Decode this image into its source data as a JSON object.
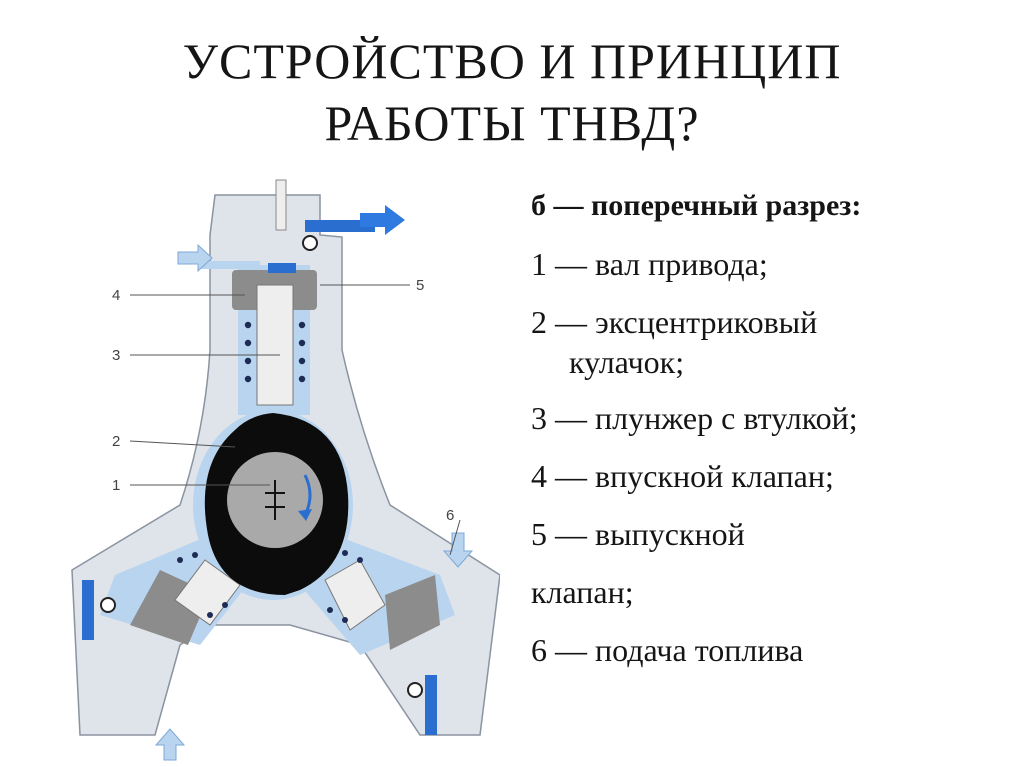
{
  "title": {
    "line1": "УСТРОЙСТВО И ПРИНЦИП",
    "line2": "РАБОТЫ ТНВД?"
  },
  "legend": {
    "heading": "б — поперечный разрез:",
    "items": [
      {
        "line1": "1 — вал привода;"
      },
      {
        "line1": "2 — эксцентриковый",
        "line2": "кулачок;"
      },
      {
        "line1": "3 — плунжер с втулкой;"
      },
      {
        "line1": "4 — впускной клапан;"
      },
      {
        "line1": "5 — выпускной"
      },
      {
        "line1": "клапан;"
      },
      {
        "line1": "6 — подача топлива"
      }
    ]
  },
  "diagram": {
    "callouts": [
      "1",
      "2",
      "3",
      "4",
      "5",
      "6"
    ],
    "colors": {
      "housing": "#dfe3ea",
      "fuel": "#b9d4ef",
      "fuel_dark": "#2a6fd0",
      "cam": "#0c0c0c",
      "shaft": "#a9a9a9",
      "plunger": "#8c8c8c",
      "bushing": "#eeeeee",
      "arrow": "#2f7ae0"
    }
  }
}
